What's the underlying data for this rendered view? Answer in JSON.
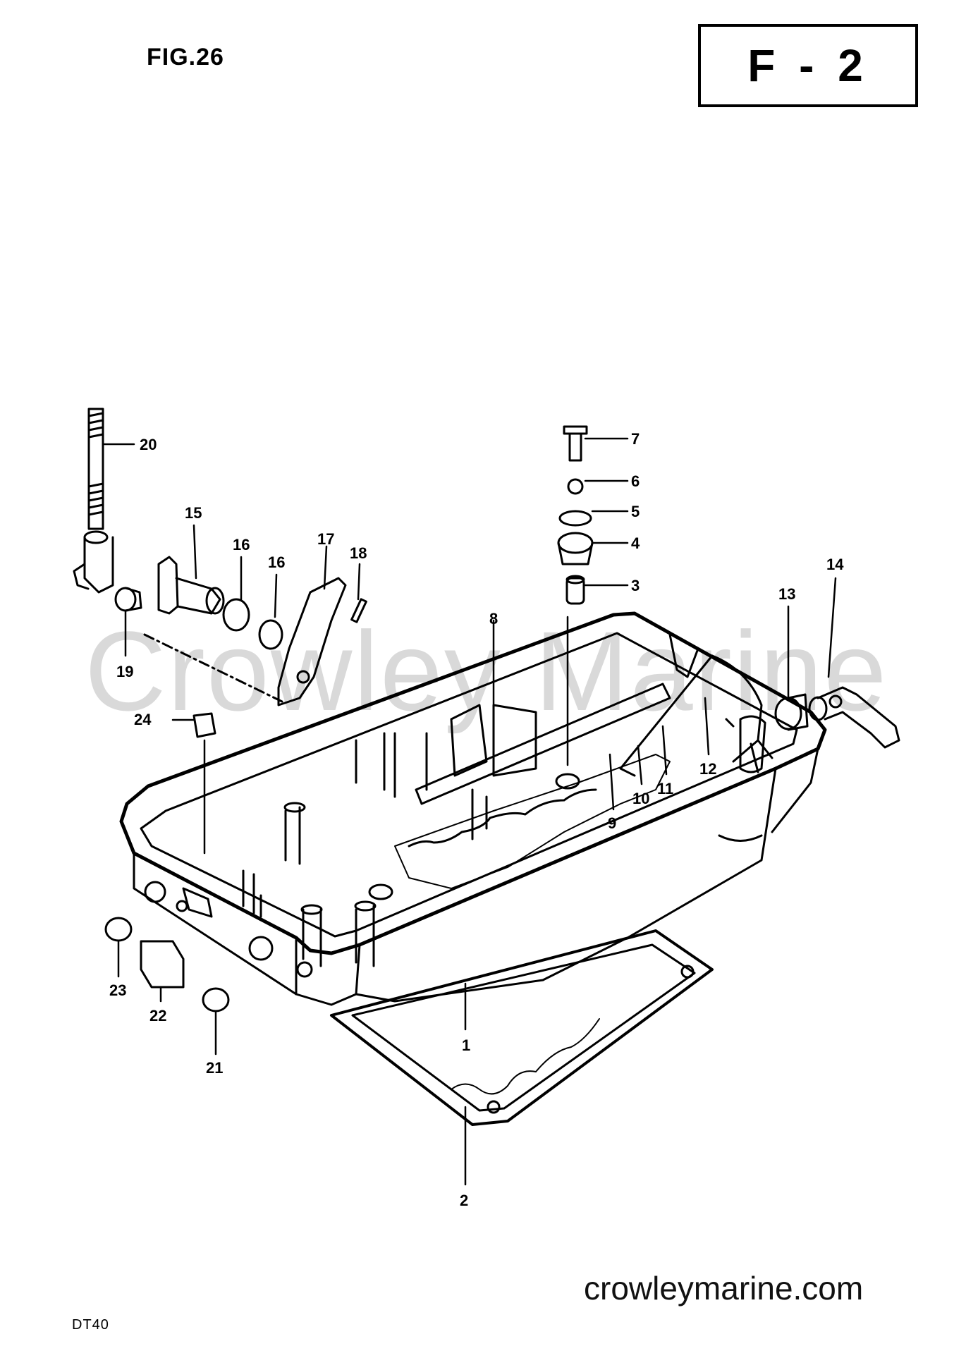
{
  "figure_label": "FIG.26",
  "section_code": "F - 2",
  "watermark": "Crowley Marine",
  "website": "crowleymarine.com",
  "model": "DT40",
  "callouts": [
    "1",
    "2",
    "3",
    "4",
    "5",
    "6",
    "7",
    "8",
    "9",
    "10",
    "11",
    "12",
    "13",
    "14",
    "15",
    "16",
    "16",
    "17",
    "18",
    "19",
    "20",
    "21",
    "22",
    "23",
    "24"
  ]
}
